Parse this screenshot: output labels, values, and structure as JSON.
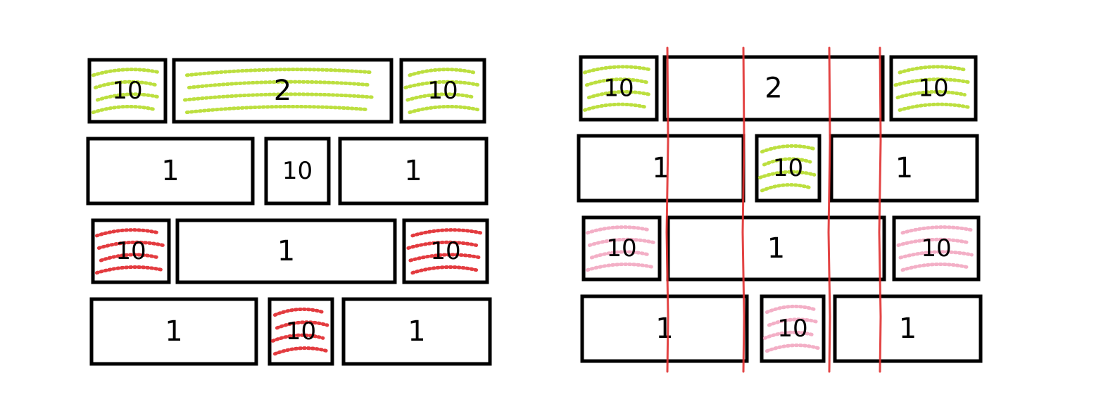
{
  "colors": {
    "outline": "#000000",
    "green_highlight": "#b5dc2a",
    "red_highlight": "#e0262a",
    "pink_highlight": "#f2a6c0",
    "guide_line": "#e03030"
  },
  "diagrams": [
    {
      "rows": [
        {
          "bricks": [
            {
              "label": "10",
              "highlight": "green"
            },
            {
              "label": "2",
              "highlight": "green"
            },
            {
              "label": "10",
              "highlight": "green"
            }
          ]
        },
        {
          "bricks": [
            {
              "label": "1",
              "highlight": "none"
            },
            {
              "label": "10",
              "highlight": "none"
            },
            {
              "label": "1",
              "highlight": "none"
            }
          ]
        },
        {
          "bricks": [
            {
              "label": "10",
              "highlight": "red"
            },
            {
              "label": "1",
              "highlight": "none"
            },
            {
              "label": "10",
              "highlight": "red"
            }
          ]
        },
        {
          "bricks": [
            {
              "label": "1",
              "highlight": "none"
            },
            {
              "label": "10",
              "highlight": "red"
            },
            {
              "label": "1",
              "highlight": "none"
            }
          ]
        }
      ]
    },
    {
      "rows": [
        {
          "bricks": [
            {
              "label": "10",
              "highlight": "green"
            },
            {
              "label": "2",
              "highlight": "none"
            },
            {
              "label": "10",
              "highlight": "green"
            }
          ]
        },
        {
          "bricks": [
            {
              "label": "1",
              "highlight": "none"
            },
            {
              "label": "10",
              "highlight": "green"
            },
            {
              "label": "1",
              "highlight": "none"
            }
          ]
        },
        {
          "bricks": [
            {
              "label": "10",
              "highlight": "pink"
            },
            {
              "label": "1",
              "highlight": "none"
            },
            {
              "label": "10",
              "highlight": "pink"
            }
          ]
        },
        {
          "bricks": [
            {
              "label": "1",
              "highlight": "none"
            },
            {
              "label": "10",
              "highlight": "pink"
            },
            {
              "label": "1",
              "highlight": "none"
            }
          ]
        }
      ],
      "vertical_guides": 4
    }
  ]
}
